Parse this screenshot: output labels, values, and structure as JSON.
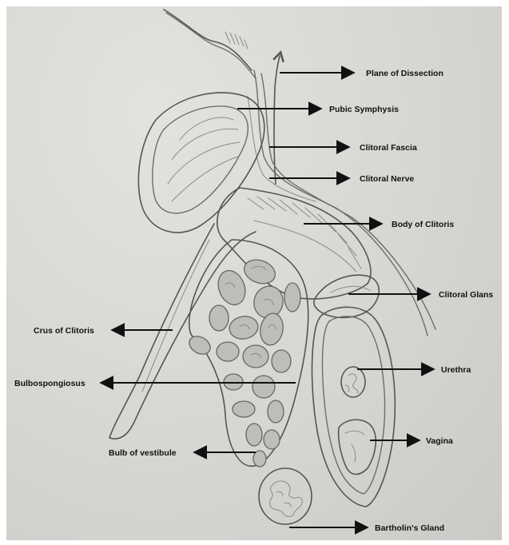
{
  "labels": {
    "plane_of_dissection": "Plane of Dissection",
    "pubic_symphysis": "Pubic Symphysis",
    "clitoral_fascia": "Clitoral Fascia",
    "clitoral_nerve": "Clitoral Nerve",
    "body_of_clitoris": "Body of Clitoris",
    "clitoral_glans": "Clitoral Glans",
    "crus_of_clitoris": "Crus of Clitoris",
    "urethra": "Urethra",
    "bulbospongiosus": "Bulbospongiosus",
    "vagina": "Vagina",
    "bulb_of_vestibule": "Bulb of vestibule",
    "bartholins_gland": "Bartholin's Gland"
  },
  "colors": {
    "paper": "#d6d6d2",
    "pencil": "#6d6d6d",
    "label": "#111111"
  }
}
